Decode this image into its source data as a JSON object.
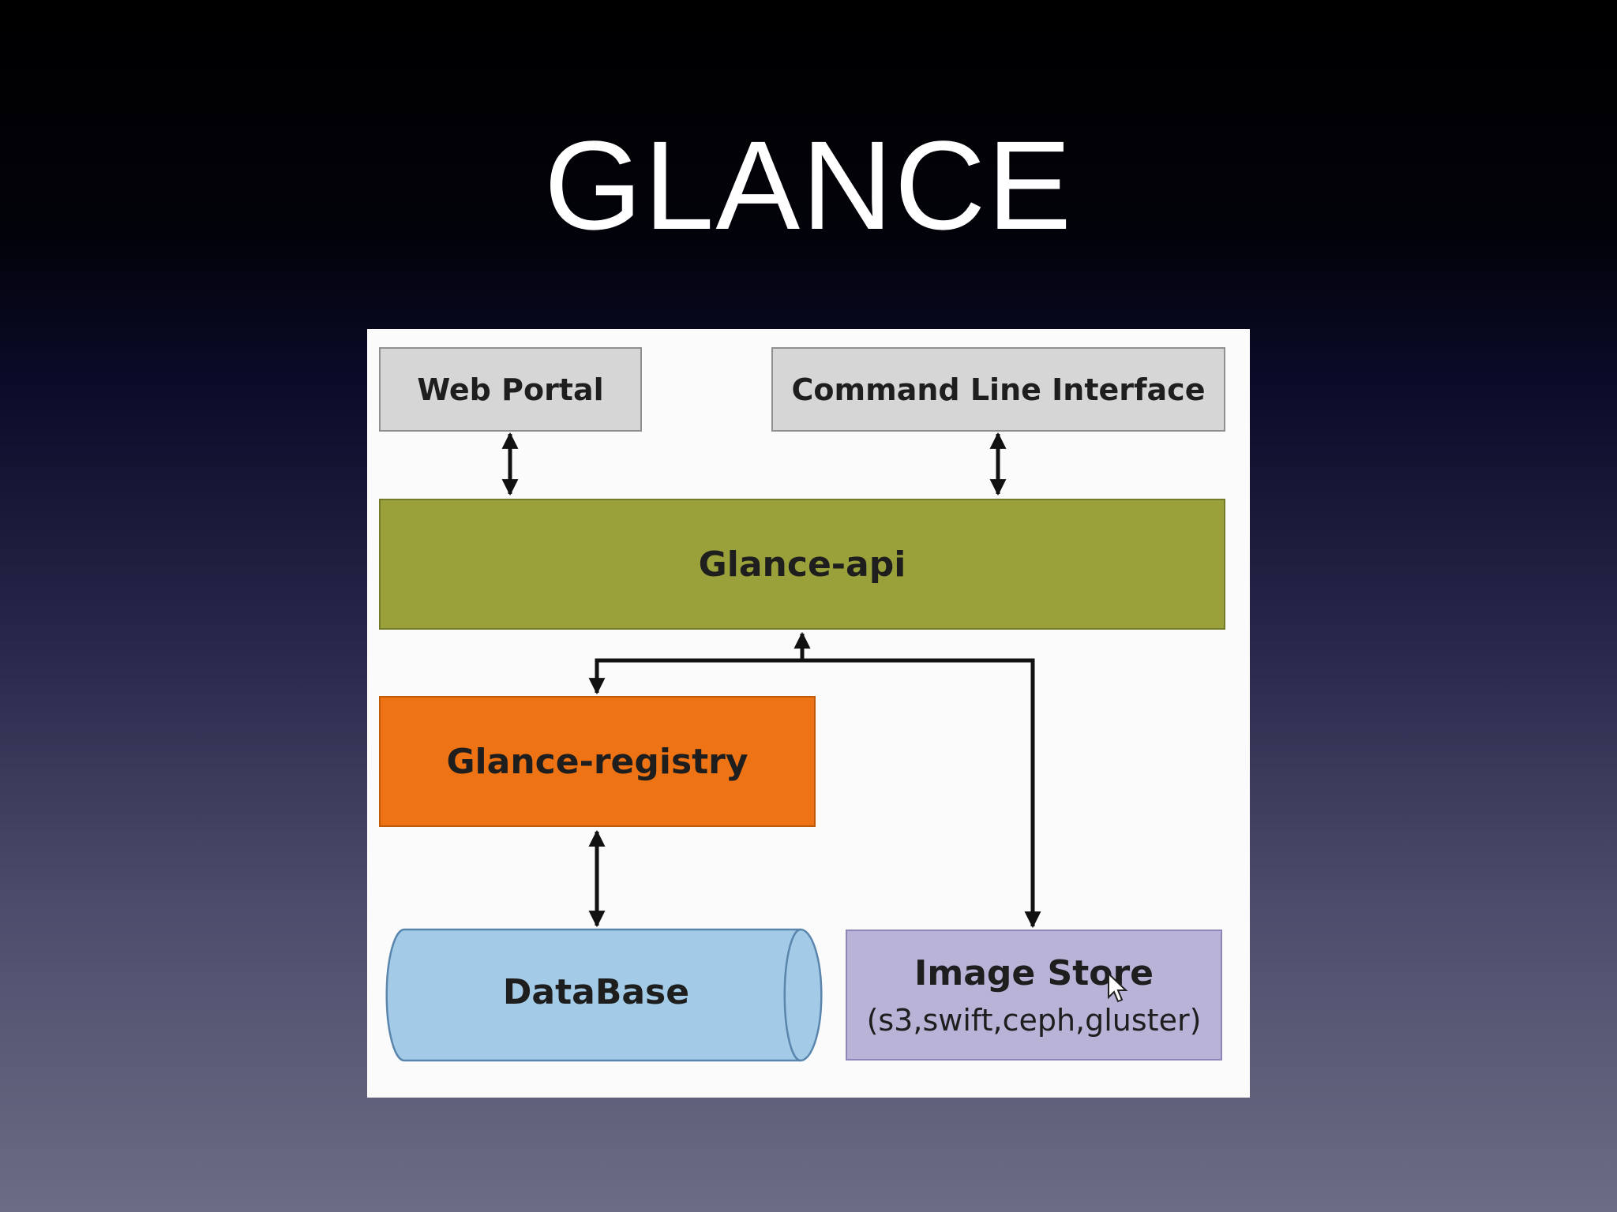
{
  "slide": {
    "title": "GLANCE"
  },
  "diagram": {
    "web_portal": "Web Portal",
    "command_line": "Command Line Interface",
    "glance_api": "Glance-api",
    "glance_registry": "Glance-registry",
    "database": "DataBase",
    "image_store": {
      "title": "Image Store",
      "subtitle": "(s3,swift,ceph,gluster)"
    }
  },
  "colors": {
    "web_portal": "#d6d6d6",
    "command_line": "#d6d6d6",
    "glance_api": "#9aa03a",
    "glance_registry": "#ed7314",
    "database": "#a3cbe8",
    "image_store": "#b9b3d8"
  }
}
